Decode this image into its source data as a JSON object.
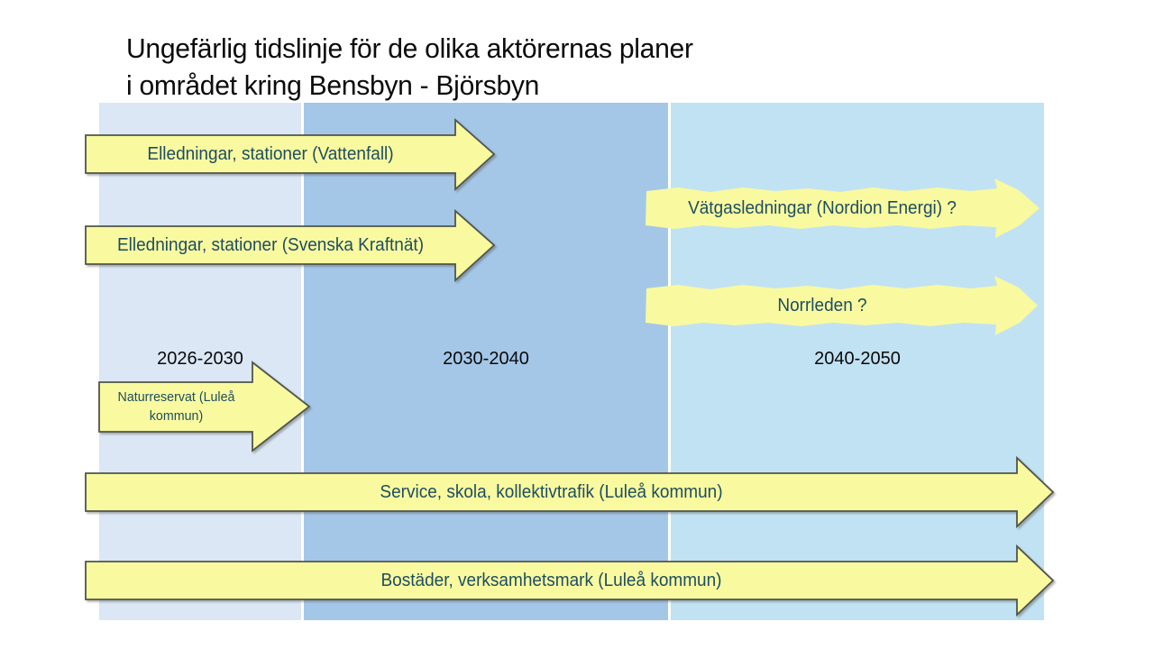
{
  "title": {
    "line1": "Ungefärlig tidslinje för de olika aktörernas planer",
    "line2": "i området kring Bensbyn - Björsbyn"
  },
  "periods": [
    {
      "label": "2026-2030"
    },
    {
      "label": "2030-2040"
    },
    {
      "label": "2040-2050"
    }
  ],
  "arrows": [
    {
      "id": "vattenfall",
      "label": "Elledningar, stationer (Vattenfall)",
      "style": "outlined"
    },
    {
      "id": "svenska-kraftnat",
      "label": "Elledningar, stationer (Svenska Kraftnät)",
      "style": "outlined"
    },
    {
      "id": "nordion-energi",
      "label": "Vätgasledningar (Nordion Energi) ?",
      "style": "rough"
    },
    {
      "id": "norrleden",
      "label": "Norrleden ?",
      "style": "rough"
    },
    {
      "id": "naturreservat",
      "label": "Naturreservat (Luleå kommun)",
      "style": "outlined"
    },
    {
      "id": "service",
      "label": "Service, skola, kollektivtrafik (Luleå kommun)",
      "style": "outlined"
    },
    {
      "id": "bostader",
      "label": "Bostäder, verksamhetsmark (Luleå kommun)",
      "style": "outlined"
    }
  ],
  "colors": {
    "col1": "#dbe7f4",
    "col2": "#a4c7e8",
    "col3": "#c1e2f2",
    "arrow-fill": "#f9f9a0",
    "arrow-outline": "#50554a",
    "label": "#1d4e60"
  }
}
